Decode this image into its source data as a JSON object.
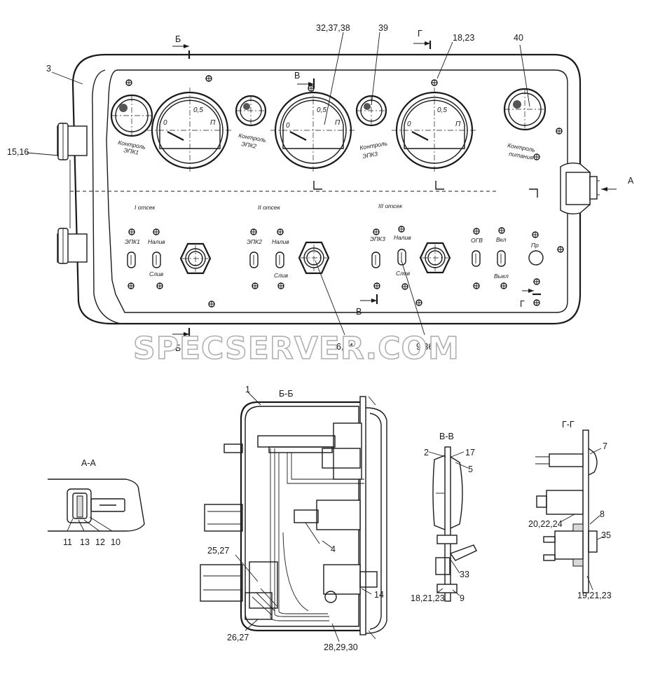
{
  "panel": {
    "gauge_labels": {
      "zero": "0",
      "half": "0,5",
      "full": "П"
    },
    "lamp_labels": {
      "epk1": [
        "Контроль",
        "ЭПК1"
      ],
      "epk2": [
        "Контроль",
        "ЭПК2"
      ],
      "epk3": [
        "Контроль",
        "ЭПК3"
      ],
      "power": [
        "Контроль",
        "питания"
      ]
    },
    "sections": [
      "I отсек",
      "II отсек",
      "III отсек"
    ],
    "switch_labels": {
      "epk1": "ЭПК1",
      "epk2": "ЭПК2",
      "epk3": "ЭПК3",
      "fill": "Налив",
      "drain": "Слив",
      "ogv": "ОГВ",
      "on": "Вкл",
      "off": "Выкл",
      "pr": "Пр"
    },
    "section_marks": {
      "b": "Б",
      "v": "В",
      "g": "Г",
      "a": "А"
    },
    "callouts": {
      "c3": "3",
      "c1516": "15,16",
      "c323738": "32,37,38",
      "c39": "39",
      "c1823": "18,23",
      "c40": "40",
      "c634": "6,34",
      "c936": "9,36"
    }
  },
  "views": {
    "aa": {
      "title": "А-А",
      "labels": [
        "11",
        "13",
        "12",
        "10"
      ]
    },
    "bb": {
      "title": "Б-Б",
      "labels": [
        "1",
        "4",
        "25,27",
        "14",
        "26,27",
        "28,29,30"
      ]
    },
    "vv": {
      "title": "В-В",
      "labels": [
        "2",
        "17",
        "5",
        "33",
        "18,21,23",
        "9"
      ]
    },
    "gg": {
      "title": "Г-Г",
      "labels": [
        "7",
        "20,22,24",
        "8",
        "35",
        "19,21,23"
      ]
    }
  },
  "watermark": "SPECSERVER.COM"
}
